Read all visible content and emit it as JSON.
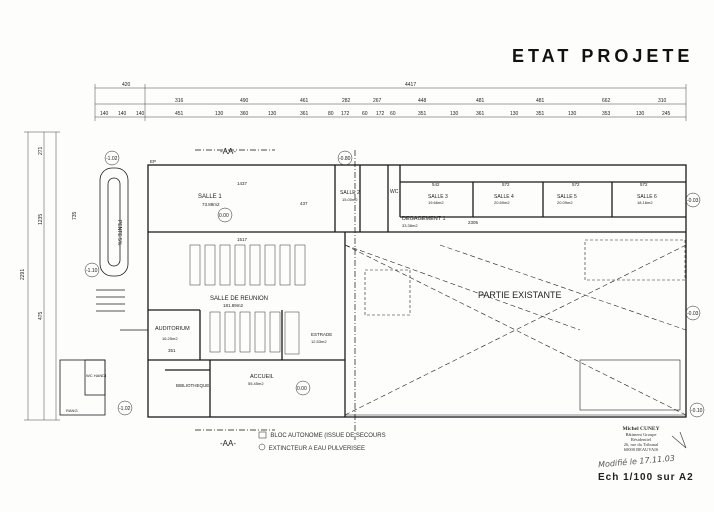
{
  "title": "ETAT PROJETE",
  "scale": "Ech  1/100  sur A2",
  "revision_note": "Modifié  le 17.11.03",
  "stamp": {
    "name": "Michel CUNEY",
    "lines": [
      "Bâtiment Groupe Résidentiel",
      "26, rue du Tribunal",
      "60000 BEAUVAIS"
    ]
  },
  "legend": [
    {
      "symbol": "15",
      "text": "BLOC AUTONOME  (ISSUE DE SECOURS"
    },
    {
      "symbol": "⊗",
      "text": "EXTINCTEUR A EAU PULVERISEE"
    }
  ],
  "section_marks": {
    "top": "-AA-",
    "bottom": "-AA-"
  },
  "dimensions": {
    "top_overall": [
      "420",
      "4417"
    ],
    "top_row2": [
      "316",
      "490",
      "461",
      "282",
      "267",
      "448",
      "481",
      "481",
      "662",
      "310"
    ],
    "top_row3": [
      "140",
      "140",
      "140",
      "451",
      "130",
      "360",
      "130",
      "361",
      "80",
      "172",
      "60",
      "172",
      "60",
      "351",
      "130",
      "361",
      "130",
      "351",
      "130",
      "353",
      "130",
      "245"
    ],
    "left_overall": "2291",
    "left_partial": [
      "271",
      "1235",
      "735",
      "475"
    ]
  },
  "levels": [
    "-1.02",
    "-0.80",
    "0.00",
    "-1.10",
    "-0.03",
    "-1.02",
    "0.00",
    "-0.03",
    "-0.10"
  ],
  "rooms": [
    {
      "name": "SALLE 1",
      "area": "73.89m2",
      "dims": "1437",
      "dim2": "437"
    },
    {
      "name": "SALLE 2",
      "area": "15.00m2"
    },
    {
      "name": "WC"
    },
    {
      "name": "SALLE 3",
      "area": "19.66m2",
      "dim": "542"
    },
    {
      "name": "SALLE 4",
      "area": "20.69m2",
      "dim": "572"
    },
    {
      "name": "SALLE 5",
      "area": "20.09m2",
      "dim": "572"
    },
    {
      "name": "SALLE 6",
      "area": "18.16m2",
      "dim": "572"
    },
    {
      "name": "DEGAGEMENT 1",
      "area": "33.38m2",
      "dim": "2305"
    },
    {
      "name": "SALLE DE REUNION",
      "area": "181.89m2",
      "dims": "1517"
    },
    {
      "name": "AUDITORIUM",
      "area": "16.25m2",
      "dim": "351"
    },
    {
      "name": "ESTRADE",
      "area": "12.53m2"
    },
    {
      "name": "ACCUEIL",
      "area": "55.45m2"
    },
    {
      "name": "BIBLIOTHEQUE"
    },
    {
      "name": "PARTIE EXISTANTE"
    },
    {
      "name": "WC HANDI"
    },
    {
      "name": "RANG."
    },
    {
      "name": "PENTE 5%"
    },
    {
      "name": "EP"
    }
  ],
  "colors": {
    "ink": "#1a1a1a",
    "dim_line": "#444444",
    "paper": "#fdfdfc"
  }
}
